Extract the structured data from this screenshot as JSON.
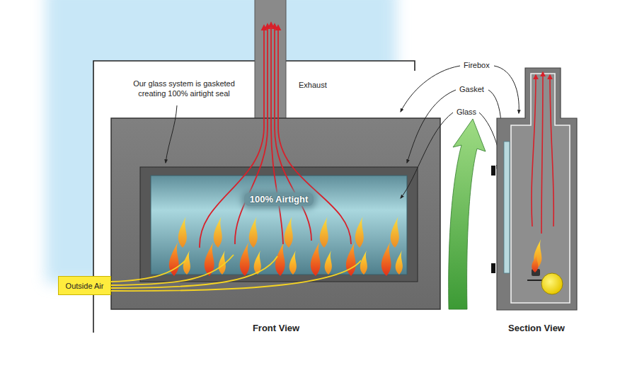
{
  "diagram": {
    "nodes": [
      {
        "text": [
          "100% Airtight"
        ]
      },
      {
        "text": [
          "Outside Air"
        ]
      }
    ],
    "labels": [
      "Our glass system is gasketed creating 100% airtight seal",
      "Exhaust",
      "Firebox",
      "Gasket",
      "Glass",
      "Front View",
      "Section View"
    ]
  }
}
